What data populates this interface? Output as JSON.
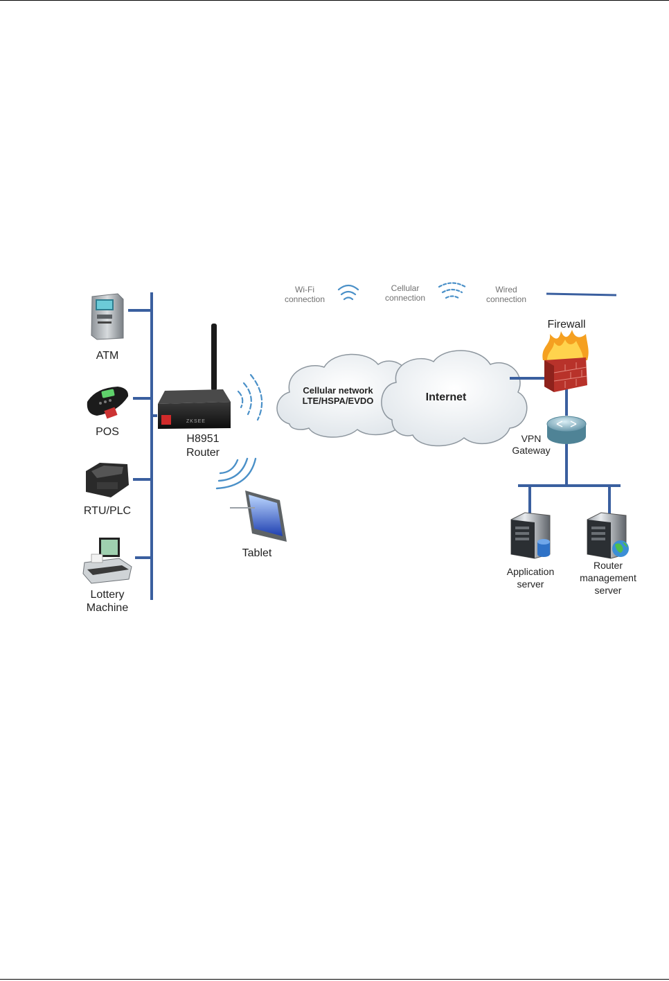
{
  "legend": {
    "wifi": [
      "Wi-Fi",
      "connection"
    ],
    "cellular": [
      "Cellular",
      "connection"
    ],
    "wired": [
      "Wired",
      "connection"
    ]
  },
  "devices": {
    "atm": "ATM",
    "pos": "POS",
    "rtu": "RTU/PLC",
    "lottery": [
      "Lottery",
      "Machine"
    ]
  },
  "router": {
    "label": [
      "H8951",
      "Router"
    ],
    "brand": "ZKSEE"
  },
  "tablet": "Tablet",
  "cellular_network": [
    "Cellular network",
    "LTE/HSPA/EVDO"
  ],
  "internet": "Internet",
  "firewall": "Firewall",
  "vpn_gateway": [
    "VPN",
    "Gateway"
  ],
  "servers": {
    "application": [
      "Application",
      "server"
    ],
    "management": [
      "Router",
      "management",
      "server"
    ]
  },
  "colors": {
    "wired_line": "#3a5f9f",
    "wireless": "#4a90c8",
    "cloud_fill": "#eef2f5"
  }
}
